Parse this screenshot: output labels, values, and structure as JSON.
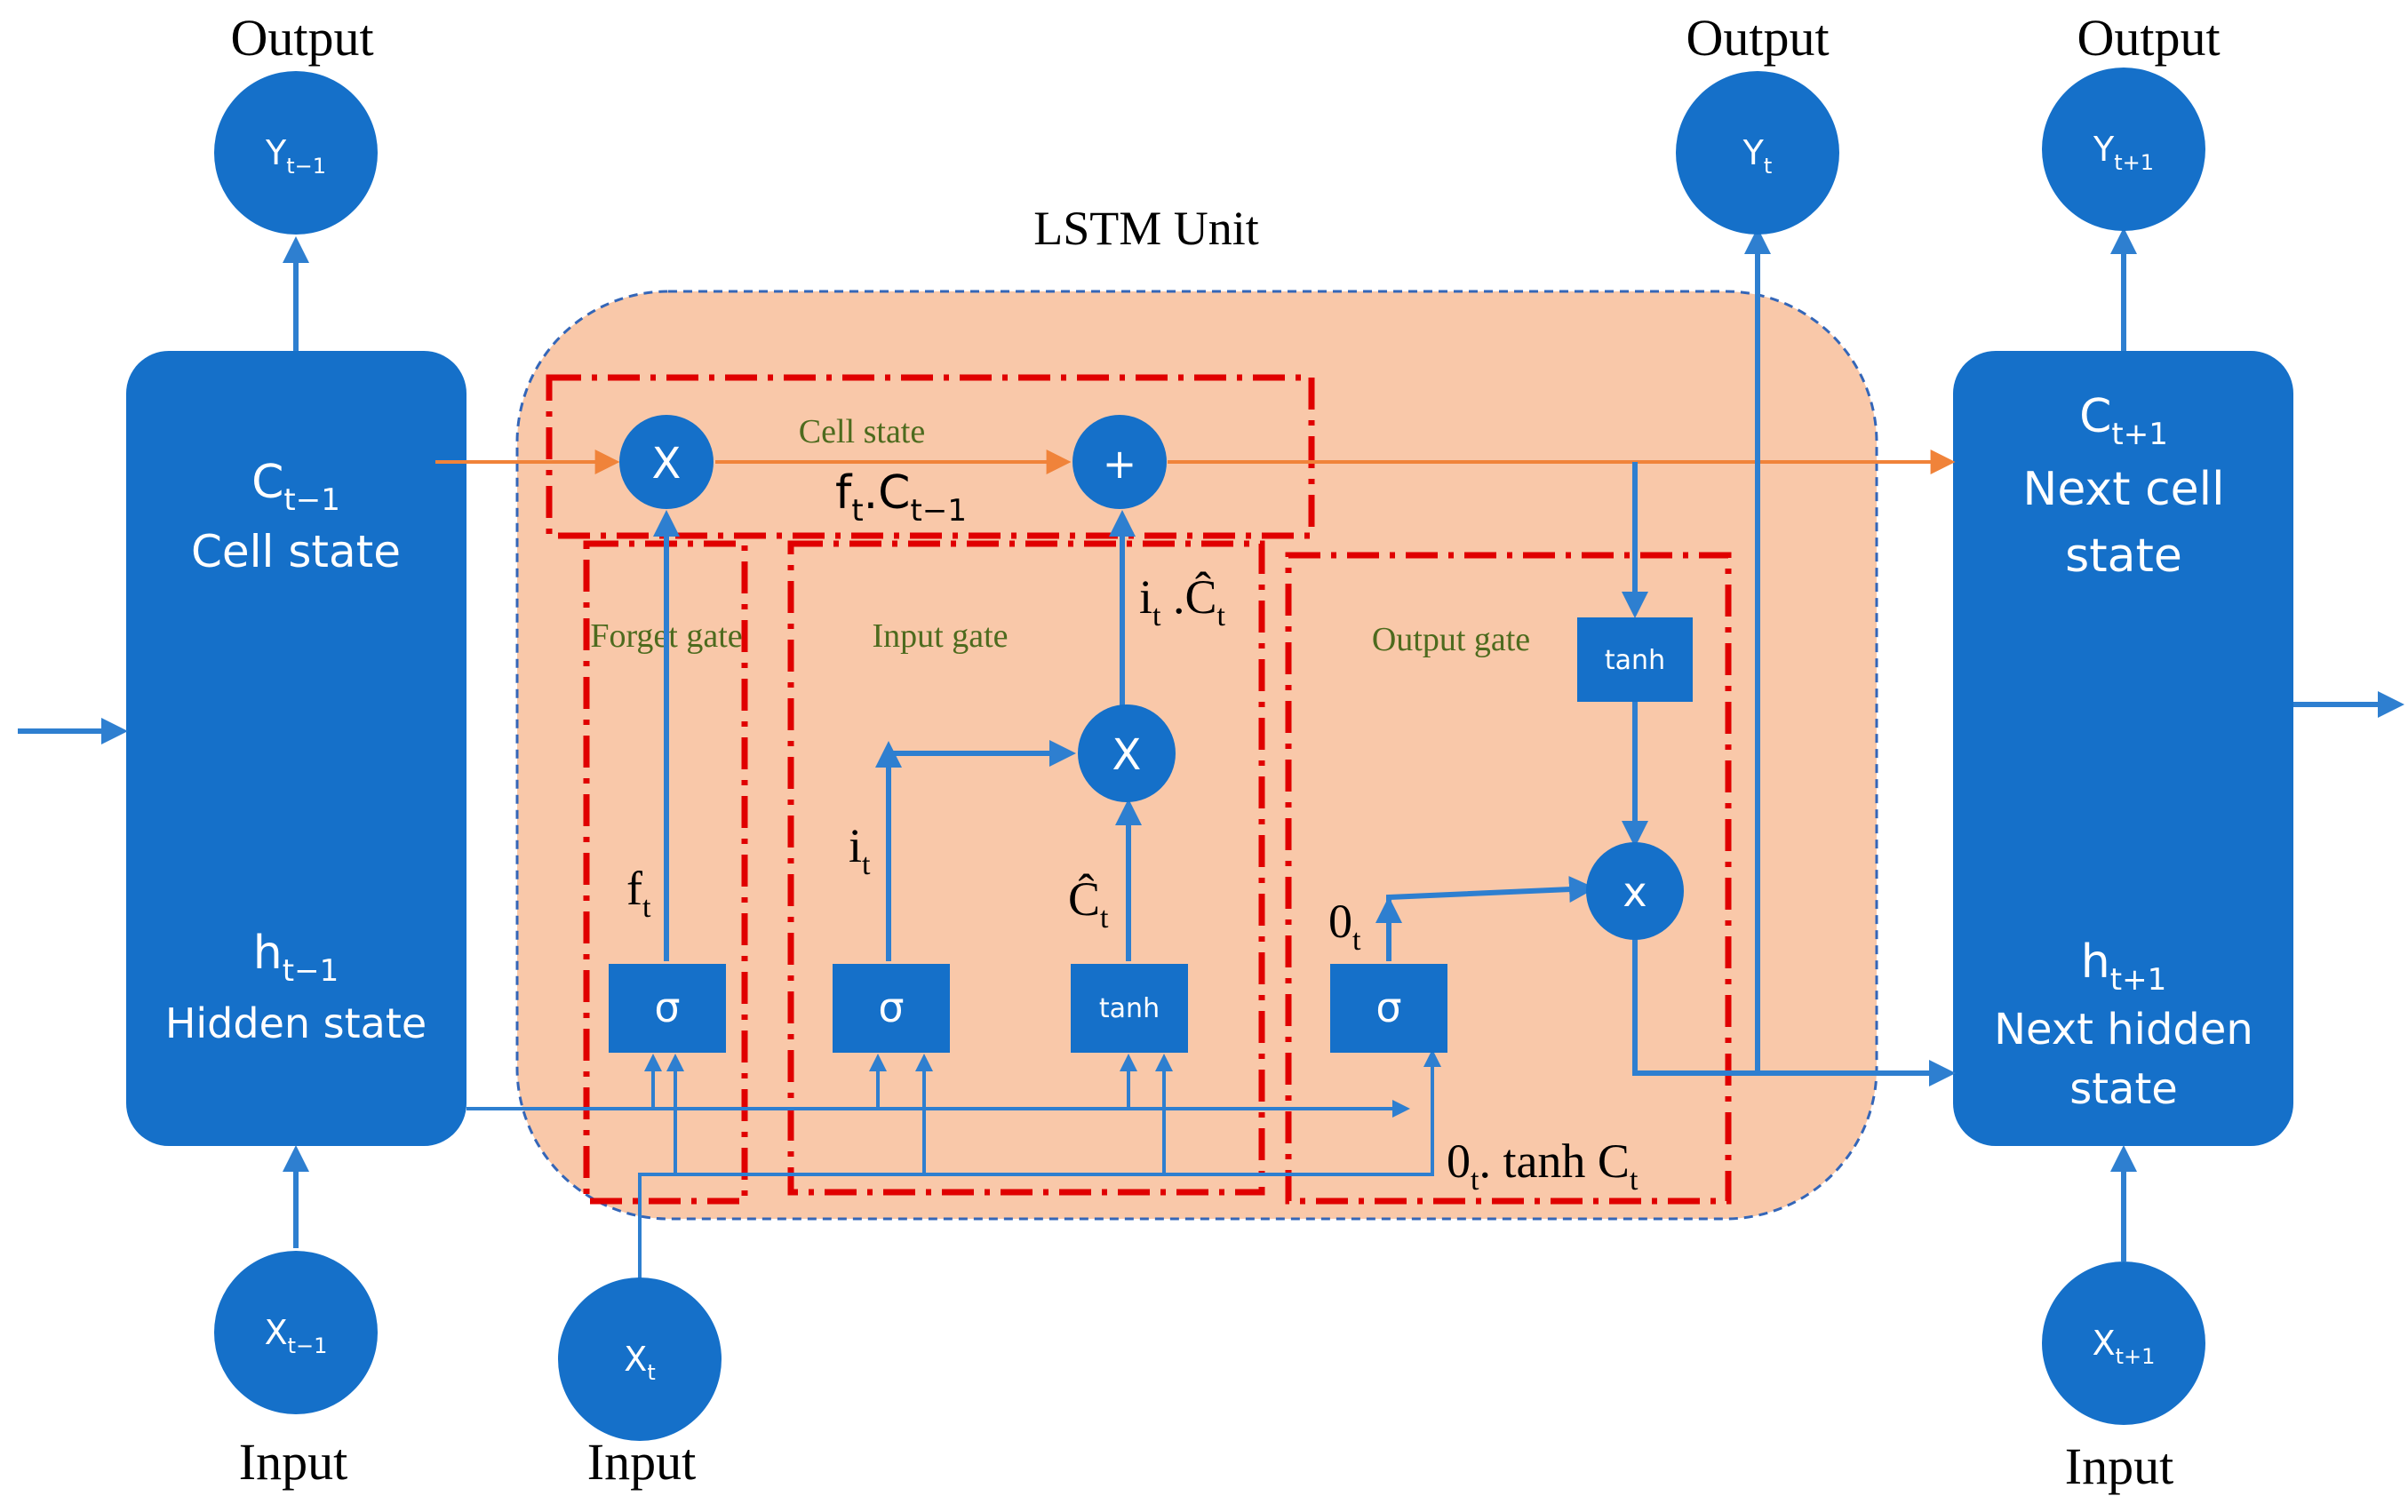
{
  "title": "LSTM Unit",
  "colors": {
    "blue": "#1570C9",
    "arrow_blue": "#2E7FD0",
    "unit_fill": "#F9C8A9",
    "unit_border": "#3466B8",
    "gate_border": "#E00000",
    "gate_label": "#4D6B1E",
    "cell_line": "#F0833A",
    "text_white": "#FFFFFF",
    "text_black": "#000000"
  },
  "left": {
    "output_label": "Output",
    "output_node": {
      "base": "Y",
      "sub": "t−1"
    },
    "cell_var": {
      "base": "C",
      "sub": "t−1"
    },
    "cell_name": "Cell state",
    "hidden_var": {
      "base": "h",
      "sub": "t−1"
    },
    "hidden_name": "Hidden state",
    "input_node": {
      "base": "X",
      "sub": "t−1"
    },
    "input_label": "Input"
  },
  "middle": {
    "output_label": "Output",
    "output_node": {
      "base": "Y",
      "sub": "t"
    },
    "input_node": {
      "base": "X",
      "sub": "t"
    },
    "input_label": "Input"
  },
  "right": {
    "output_label": "Output",
    "output_node": {
      "base": "Y",
      "sub": "t+1"
    },
    "cell_var": {
      "base": "C",
      "sub": "t+1"
    },
    "cell_name_line1": "Next cell",
    "cell_name_line2": "state",
    "hidden_var": {
      "base": "h",
      "sub": "t+1"
    },
    "hidden_name_line1": "Next hidden",
    "hidden_name_line2": "state",
    "input_node": {
      "base": "X",
      "sub": "t+1"
    },
    "input_label": "Input"
  },
  "gates": {
    "cell_state": "Cell state",
    "forget": "Forget gate",
    "input": "Input gate",
    "output": "Output gate"
  },
  "ops": {
    "forget_mult": "X",
    "add": "+",
    "input_mult": "X",
    "output_mult": "x",
    "sigma": "σ",
    "tanh": "tanh"
  },
  "labels": {
    "ft_ct": {
      "a": "f",
      "a_sub": "t",
      "b": ".C",
      "b_sub": "t−1"
    },
    "it_chat": {
      "a": "i",
      "a_sub": "t",
      "b": " .Ĉ",
      "b_sub": "t"
    },
    "ft": {
      "base": "f",
      "sub": "t"
    },
    "it": {
      "base": "i",
      "sub": "t"
    },
    "chat": {
      "base": "Ĉ",
      "sub": "t"
    },
    "ot": {
      "base": "0",
      "sub": "t"
    },
    "ot_tanh": {
      "a": "0",
      "a_sub": "t",
      "b": ". tanh C",
      "b_sub": "t"
    }
  }
}
